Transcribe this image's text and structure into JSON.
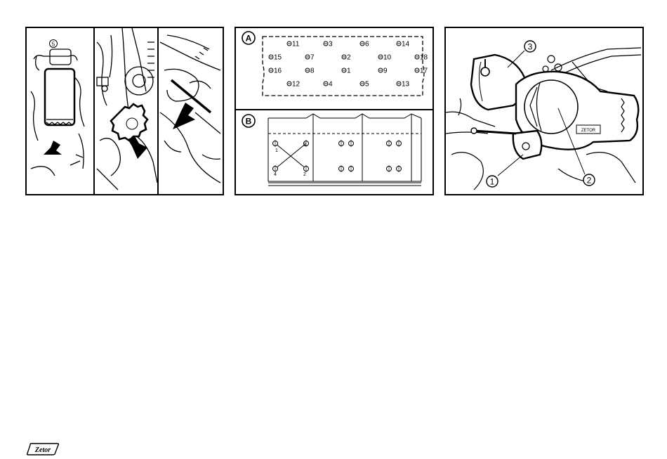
{
  "figure_a": {
    "callout": "5"
  },
  "figure_b": {
    "section_a": {
      "label": "A",
      "bolts": [
        {
          "n": "11",
          "c": 1,
          "r": 0
        },
        {
          "n": "3",
          "c": 3,
          "r": 0
        },
        {
          "n": "6",
          "c": 5,
          "r": 0
        },
        {
          "n": "14",
          "c": 7,
          "r": 0
        },
        {
          "n": "15",
          "c": 0,
          "r": 1
        },
        {
          "n": "7",
          "c": 2,
          "r": 1
        },
        {
          "n": "2",
          "c": 4,
          "r": 1
        },
        {
          "n": "10",
          "c": 6,
          "r": 1
        },
        {
          "n": "18",
          "c": 8,
          "r": 1
        },
        {
          "n": "16",
          "c": 0,
          "r": 2
        },
        {
          "n": "8",
          "c": 2,
          "r": 2
        },
        {
          "n": "1",
          "c": 4,
          "r": 2
        },
        {
          "n": "9",
          "c": 6,
          "r": 2
        },
        {
          "n": "17",
          "c": 8,
          "r": 2
        },
        {
          "n": "12",
          "c": 1,
          "r": 3
        },
        {
          "n": "4",
          "c": 3,
          "r": 3
        },
        {
          "n": "5",
          "c": 5,
          "r": 3
        },
        {
          "n": "13",
          "c": 7,
          "r": 3
        }
      ]
    },
    "section_b": {
      "label": "B",
      "marks": [
        "1",
        "3",
        "4",
        "2"
      ]
    }
  },
  "figure_c": {
    "callouts": [
      "3",
      "1",
      "2"
    ],
    "plate_text": "ZETOR"
  },
  "footer": {
    "logo_text": "Zetor"
  }
}
